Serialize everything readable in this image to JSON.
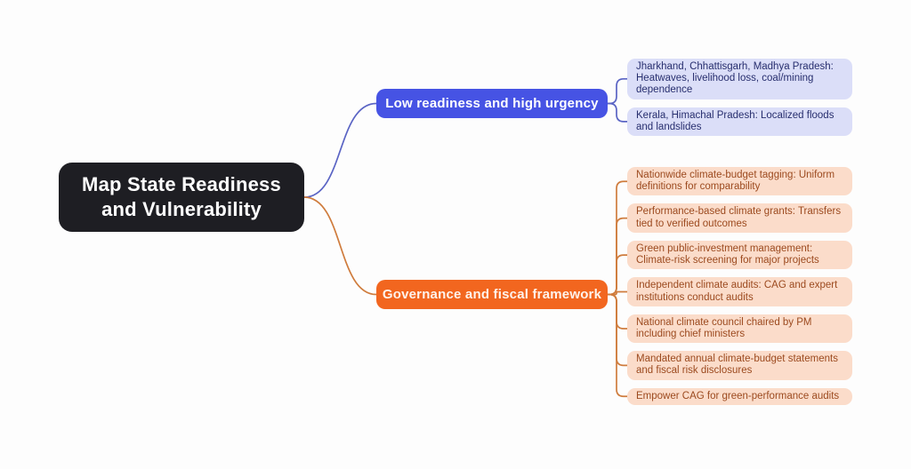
{
  "root": {
    "label": "Map State Readiness and Vulnerability"
  },
  "branches": [
    {
      "label": "Low readiness and high urgency",
      "children": [
        "Jharkhand, Chhattisgarh, Madhya Pradesh: Heatwaves, livelihood loss, coal/mining dependence",
        "Kerala, Himachal Pradesh: Localized floods and landslides"
      ]
    },
    {
      "label": "Governance and fiscal framework",
      "children": [
        "Nationwide climate-budget tagging: Uniform definitions for comparability",
        "Performance-based climate grants: Transfers tied to verified outcomes",
        "Green public-investment management: Climate-risk screening for major projects",
        "Independent climate audits: CAG and expert institutions conduct audits",
        "National climate council chaired by PM including chief ministers",
        "Mandated annual climate-budget statements and fiscal risk disclosures",
        "Empower CAG for green-performance audits"
      ]
    }
  ],
  "colors": {
    "background": "#fdfdfd",
    "root_bg": "#1e1e23",
    "root_text": "#ffffff",
    "branch1_bg": "#4653e4",
    "branch1_text": "#ffffff",
    "branch1_line": "#5a64c4",
    "branch1_tint": "#dbdef8",
    "branch1_tint_text": "#272e6e",
    "branch2_bg": "#f2661f",
    "branch2_text": "#fef3ec",
    "branch2_line": "#cf7c3d",
    "branch2_tint": "#fbdcca",
    "branch2_tint_text": "#9c4a1f"
  }
}
